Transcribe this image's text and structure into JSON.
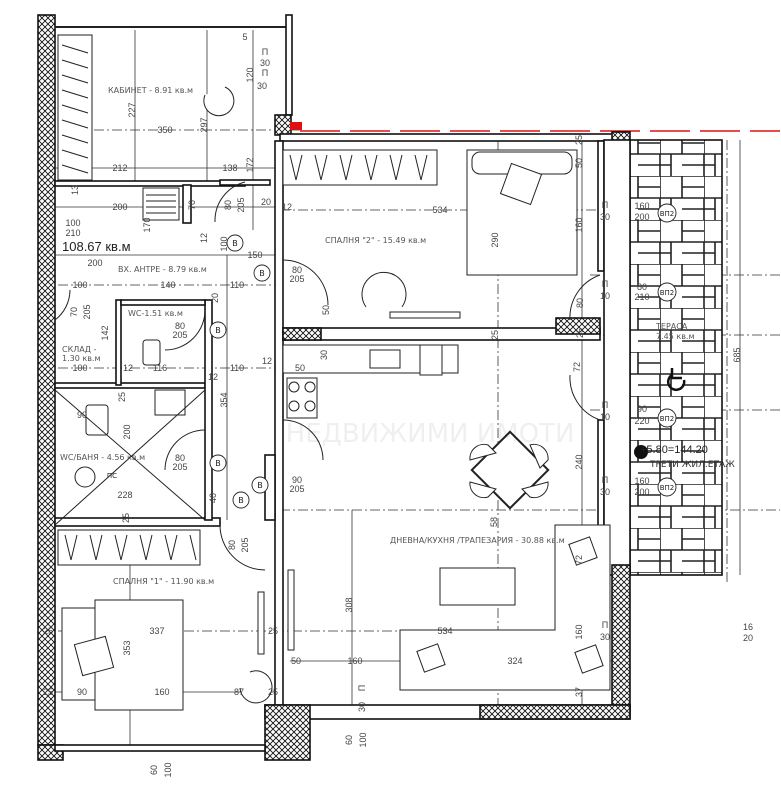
{
  "plan": {
    "total_area": "108.67 кв.м",
    "watermark": "НЕДВИЖИМИ ИМОТИ",
    "rooms": {
      "study": "КАБИНЕТ - 8.91 кв.м",
      "entrance": "ВХ. АНТРЕ - 8.79 кв.м",
      "wc": "WC-1.51 кв.м",
      "storage_1": "СКЛАД -",
      "storage_2": "1.30 кв.м",
      "bathroom": "WC/БАНЯ - 4.56 кв.м",
      "bedroom2": "СПАЛНЯ \"2\" - 15.49 кв.м",
      "bedroom1": "СПАЛНЯ \"1\" - 11.90 кв.м",
      "living": "ДНЕВНА/КУХНЯ /ТРАПЕЗАРИЯ - 30.88 кв.м",
      "terrace_1": "ТЕРАСА",
      "terrace_2": "7.45 кв.м"
    },
    "level": {
      "elevation": "+5.80=144.20",
      "floor": "ТРЕТИ ЖИЛ.ЕТАЖ"
    },
    "door_tag": "В",
    "window_tag": "ВП2",
    "shaft_tag": "ПС",
    "accent_red": "#e01010",
    "dimensions": [
      "227",
      "297",
      "350",
      "212",
      "138",
      "172",
      "120",
      "5",
      "П",
      "30",
      "13",
      "200",
      "70",
      "80",
      "205",
      "20",
      "12",
      "12",
      "100",
      "210",
      "170",
      "200",
      "150",
      "100",
      "80",
      "205",
      "100",
      "140",
      "110",
      "20",
      "70",
      "205",
      "142",
      "80",
      "205",
      "100",
      "12",
      "116",
      "12",
      "110",
      "12",
      "50",
      "25",
      "90",
      "354",
      "200",
      "80",
      "205",
      "228",
      "40",
      "90",
      "205",
      "25",
      "80",
      "205",
      "337",
      "25",
      "25",
      "353",
      "50",
      "25",
      "90",
      "160",
      "87",
      "25",
      "П",
      "30",
      "60",
      "100",
      "534",
      "290",
      "50",
      "25",
      "30",
      "308",
      "534",
      "160",
      "324",
      "58",
      "72",
      "160",
      "37",
      "240",
      "72",
      "25",
      "80",
      "25",
      "50",
      "160",
      "П",
      "30",
      "160",
      "200",
      "П",
      "10",
      "80",
      "210",
      "П",
      "10",
      "90",
      "220",
      "П",
      "30",
      "160",
      "200",
      "685",
      "16",
      "20",
      "П",
      "30",
      "П",
      "30",
      "60",
      "100"
    ]
  }
}
